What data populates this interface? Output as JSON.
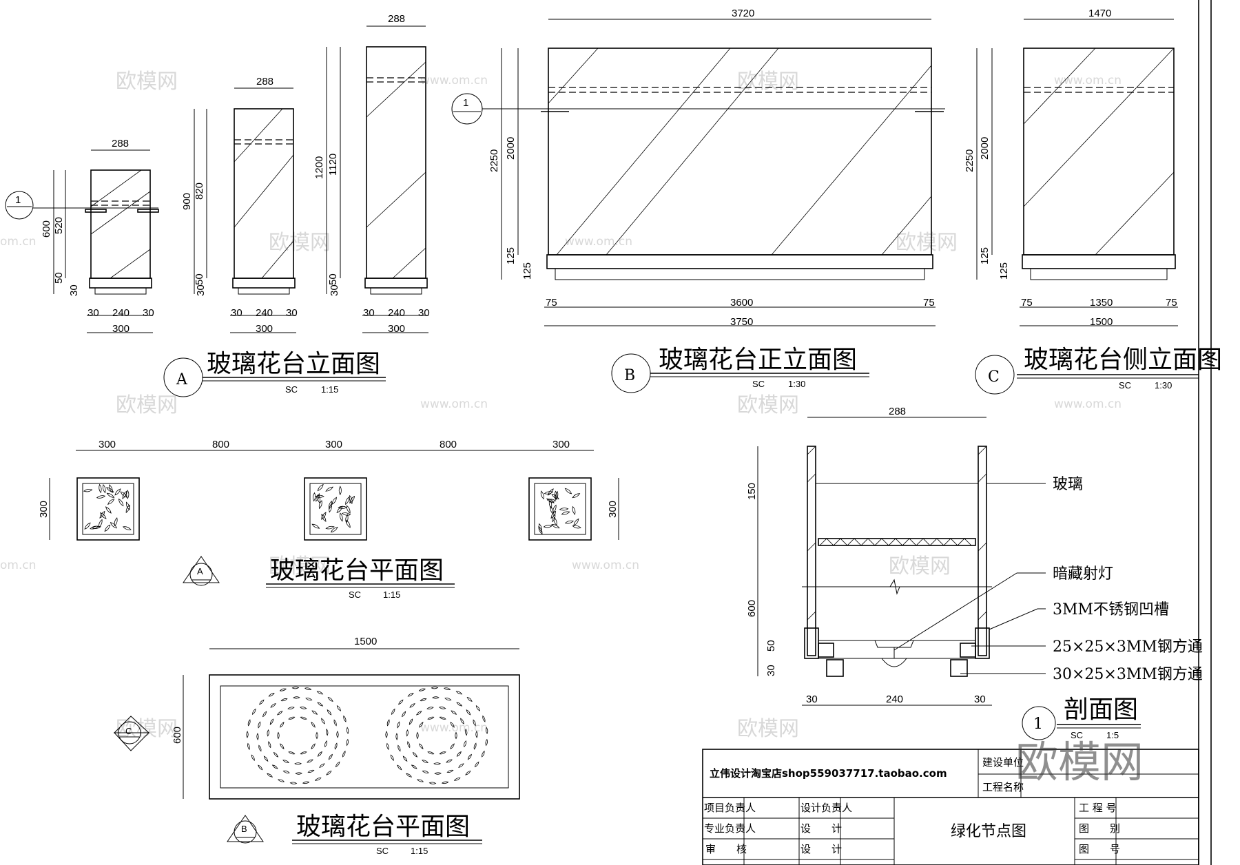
{
  "elevation_a": {
    "title": "玻璃花台立面图",
    "tag": "A",
    "scale_sc": "SC",
    "scale": "1:15",
    "section_tag": "1",
    "small": {
      "w_top": "288",
      "h_total": "600",
      "h_glass": "520",
      "h_base": "50",
      "h_foot": "30",
      "w_left": "30",
      "w_mid": "240",
      "w_right": "30",
      "w_total": "300"
    },
    "medium": {
      "w_top": "288",
      "h_total": "900",
      "h_glass": "820",
      "h_base": "50",
      "h_foot": "30",
      "w_left": "30",
      "w_mid": "240",
      "w_right": "30",
      "w_total": "300"
    },
    "large": {
      "w_top": "288",
      "h_total": "1200",
      "h_glass": "1120",
      "h_base": "50",
      "h_foot": "30",
      "w_left": "30",
      "w_mid": "240",
      "w_right": "30",
      "w_total": "300"
    }
  },
  "elevation_b": {
    "title": "玻璃花台正立面图",
    "tag": "B",
    "scale_sc": "SC",
    "scale": "1:30",
    "section_tag": "1",
    "w_top": "3720",
    "h_total": "2250",
    "h_glass": "2000",
    "h_base": "125",
    "h_foot": "125",
    "w_left": "75",
    "w_mid": "3600",
    "w_right": "75",
    "w_total": "3750"
  },
  "elevation_c": {
    "title": "玻璃花台侧立面图",
    "tag": "C",
    "scale_sc": "SC",
    "scale": "1:30",
    "w_top": "1470",
    "h_total": "2250",
    "h_glass": "2000",
    "h_base": "125",
    "h_foot": "125",
    "w_left": "75",
    "w_mid": "1350",
    "w_right": "75",
    "w_total": "1500"
  },
  "plan_a": {
    "title": "玻璃花台平面图",
    "tag": "A",
    "scale_sc": "SC",
    "scale": "1:15",
    "dims_top": [
      "300",
      "800",
      "300",
      "800",
      "300"
    ],
    "h_left": "300",
    "h_right": "300"
  },
  "plan_b": {
    "title": "玻璃花台平面图",
    "tag_b": "B",
    "tag_c": "C",
    "scale_sc": "SC",
    "scale": "1:15",
    "w_top": "1500",
    "h_left": "600"
  },
  "section": {
    "title": "剖面图",
    "tag": "1",
    "scale_sc": "SC",
    "scale": "1:5",
    "w_top": "288",
    "h_upper": "150",
    "h_main": "600",
    "h_base": "50",
    "h_foot": "30",
    "w_left": "30",
    "w_mid": "240",
    "w_right": "30",
    "labels": [
      "玻璃",
      "暗藏射灯",
      "3MM不锈钢凹槽",
      "25×25×3MM钢方通",
      "30×25×3MM钢方通"
    ]
  },
  "title_block": {
    "shop": "立伟设计淘宝店shop559037717.taobao.com",
    "build_unit": "建设单位",
    "project_name": "工程名称",
    "drawing_name": "绿化节点图",
    "rows_left": [
      "项目负责人",
      "专业负责人",
      "审　　核"
    ],
    "rows_mid": [
      "设计负责人",
      "设　　计",
      "设　　计"
    ],
    "rows_right": [
      "工 程 号",
      "图　　别",
      "图　　号"
    ]
  },
  "watermarks": {
    "logo": "欧模网",
    "url": "www.om.cn",
    "url_partial": "om.cn",
    "corner_logo": "欧模网"
  }
}
